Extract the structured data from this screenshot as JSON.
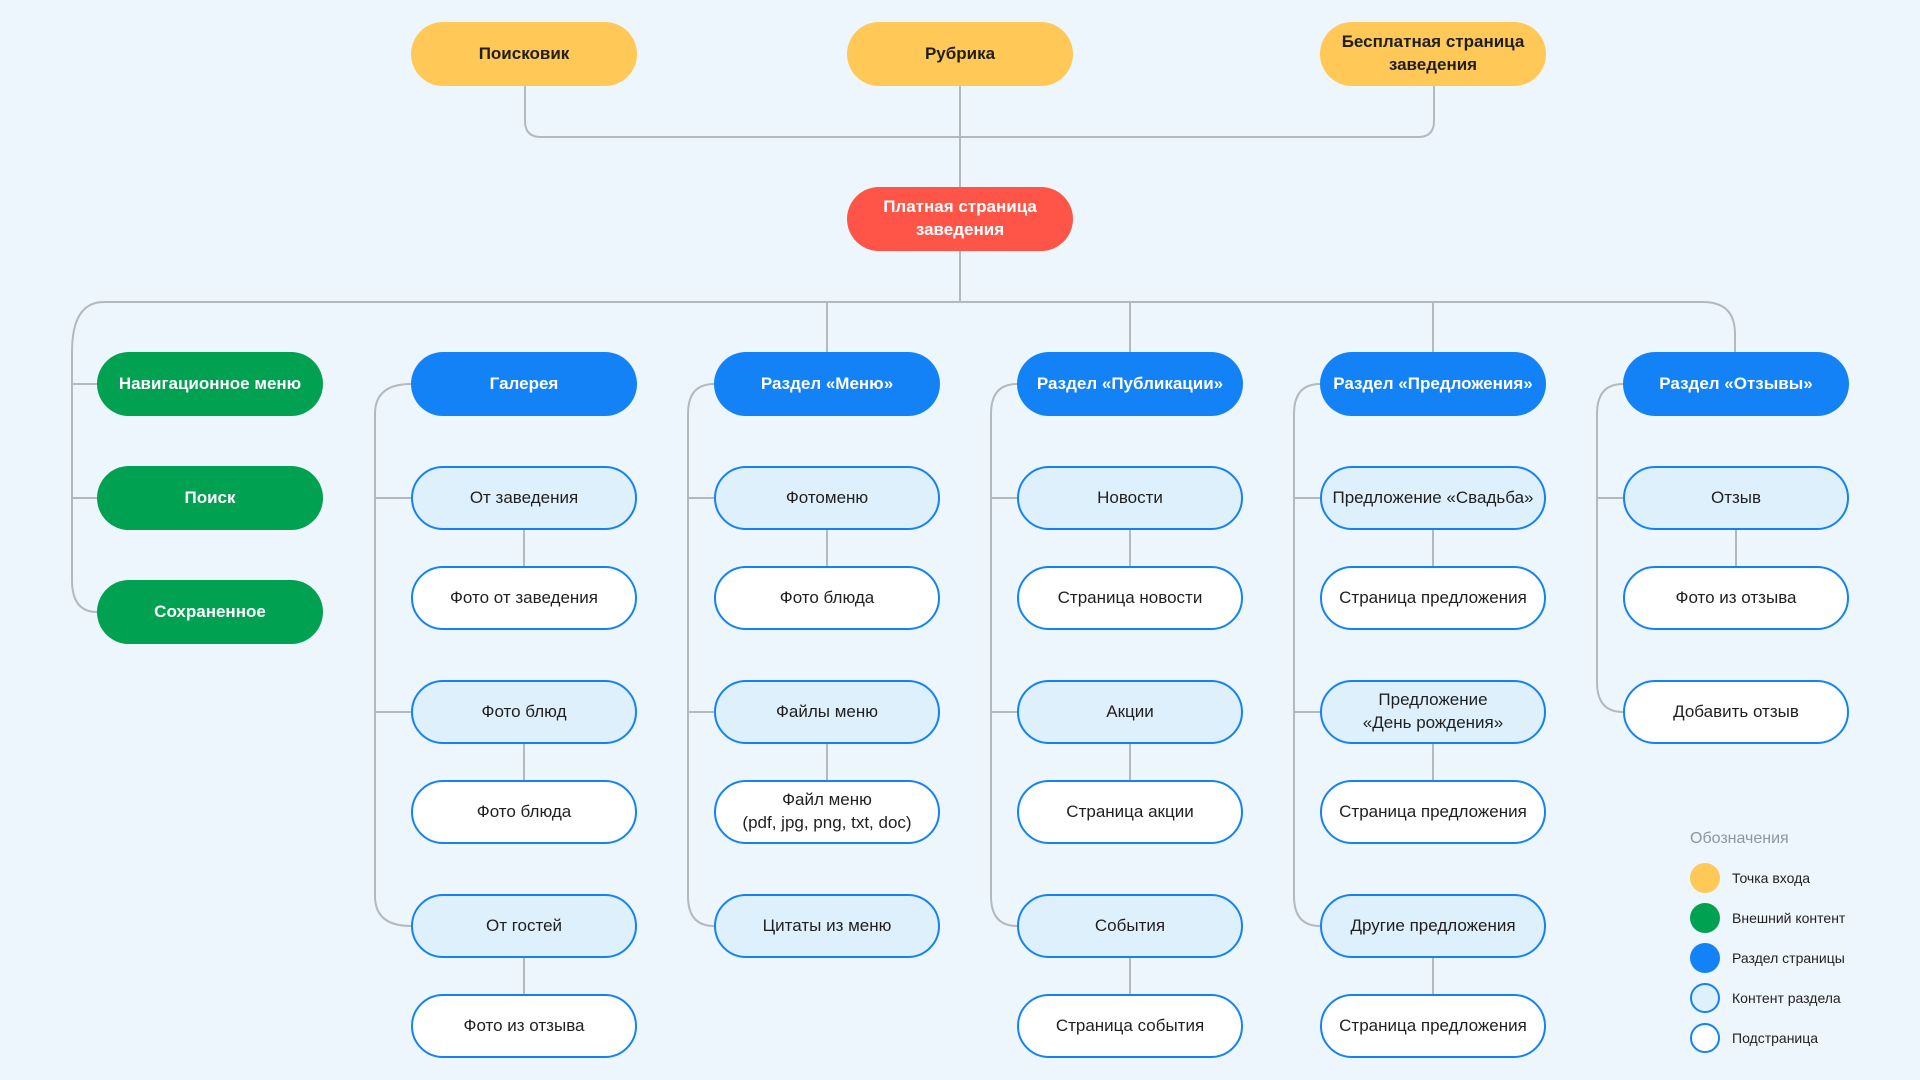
{
  "diagram": {
    "entry_points": [
      {
        "id": "search-engine",
        "label": "Поисковик"
      },
      {
        "id": "rubric",
        "label": "Рубрика"
      },
      {
        "id": "free-page",
        "label": "Бесплатная страница\nзаведения"
      }
    ],
    "main": {
      "label": "Платная страница\nзаведения"
    },
    "external": [
      {
        "label": "Навигационное меню"
      },
      {
        "label": "Поиск"
      },
      {
        "label": "Сохраненное"
      }
    ],
    "sections": [
      {
        "label": "Галерея",
        "groups": [
          {
            "content": "От заведения",
            "sub": "Фото от заведения"
          },
          {
            "content": "Фото блюд",
            "sub": "Фото блюда"
          },
          {
            "content": "От гостей",
            "sub": "Фото из отзыва"
          }
        ]
      },
      {
        "label": "Раздел «Меню»",
        "groups": [
          {
            "content": "Фотоменю",
            "sub": "Фото блюда"
          },
          {
            "content": "Файлы меню",
            "sub": "Файл меню\n(pdf, jpg, png, txt, doc)"
          },
          {
            "content": "Цитаты из меню",
            "sub": ""
          }
        ]
      },
      {
        "label": "Раздел «Публикации»",
        "groups": [
          {
            "content": "Новости",
            "sub": "Страница новости"
          },
          {
            "content": "Акции",
            "sub": "Страница акции"
          },
          {
            "content": "События",
            "sub": "Страница события"
          }
        ]
      },
      {
        "label": "Раздел «Предложения»",
        "groups": [
          {
            "content": "Предложение «Свадьба»",
            "sub": "Страница предложения"
          },
          {
            "content": "Предложение\n«День рождения»",
            "sub": "Страница предложения"
          },
          {
            "content": "Другие предложения",
            "sub": "Страница предложения"
          }
        ]
      },
      {
        "label": "Раздел «Отзывы»",
        "groups": [
          {
            "content": "Отзыв",
            "sub": "Фото из отзыва"
          },
          {
            "content": "",
            "sub": "Добавить отзыв",
            "sub_type": "sub"
          }
        ]
      }
    ]
  },
  "legend": {
    "title": "Обозначения",
    "items": [
      {
        "type": "entry",
        "label": "Точка входа",
        "color": "#ffc857"
      },
      {
        "type": "ext",
        "label": "Внешний контент",
        "color": "#00a150"
      },
      {
        "type": "section",
        "label": "Раздел страницы",
        "color": "#1482f7"
      },
      {
        "type": "content",
        "label": "Контент раздела",
        "color": "#dff0fd"
      },
      {
        "type": "sub",
        "label": "Подстраница",
        "color": "#ffffff"
      }
    ]
  },
  "colors": {
    "background": "#eef6fd",
    "connector": "#b4b9be",
    "entry": "#ffc857",
    "main": "#ff5548",
    "external": "#00a150",
    "section": "#1482f7",
    "content_fill": "#dff0fd"
  }
}
